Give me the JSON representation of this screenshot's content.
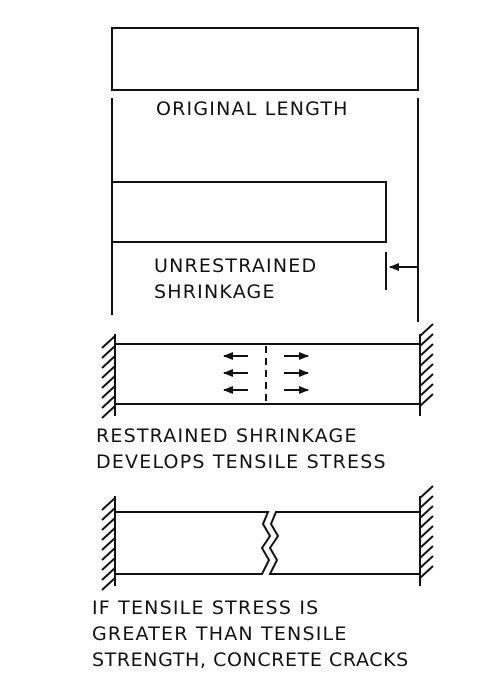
{
  "labels": {
    "original_length": "ORIGINAL LENGTH",
    "unrestrained_line1": "UNRESTRAINED",
    "unrestrained_line2": "SHRINKAGE",
    "restrained_line1": "RESTRAINED SHRINKAGE",
    "restrained_line2": "DEVELOPS TENSILE STRESS",
    "crack_line1": "IF TENSILE STRESS IS",
    "crack_line2": "GREATER THAN TENSILE",
    "crack_line3": "STRENGTH, CONCRETE CRACKS"
  },
  "colors": {
    "ink": "#111111",
    "background": "#ffffff"
  }
}
